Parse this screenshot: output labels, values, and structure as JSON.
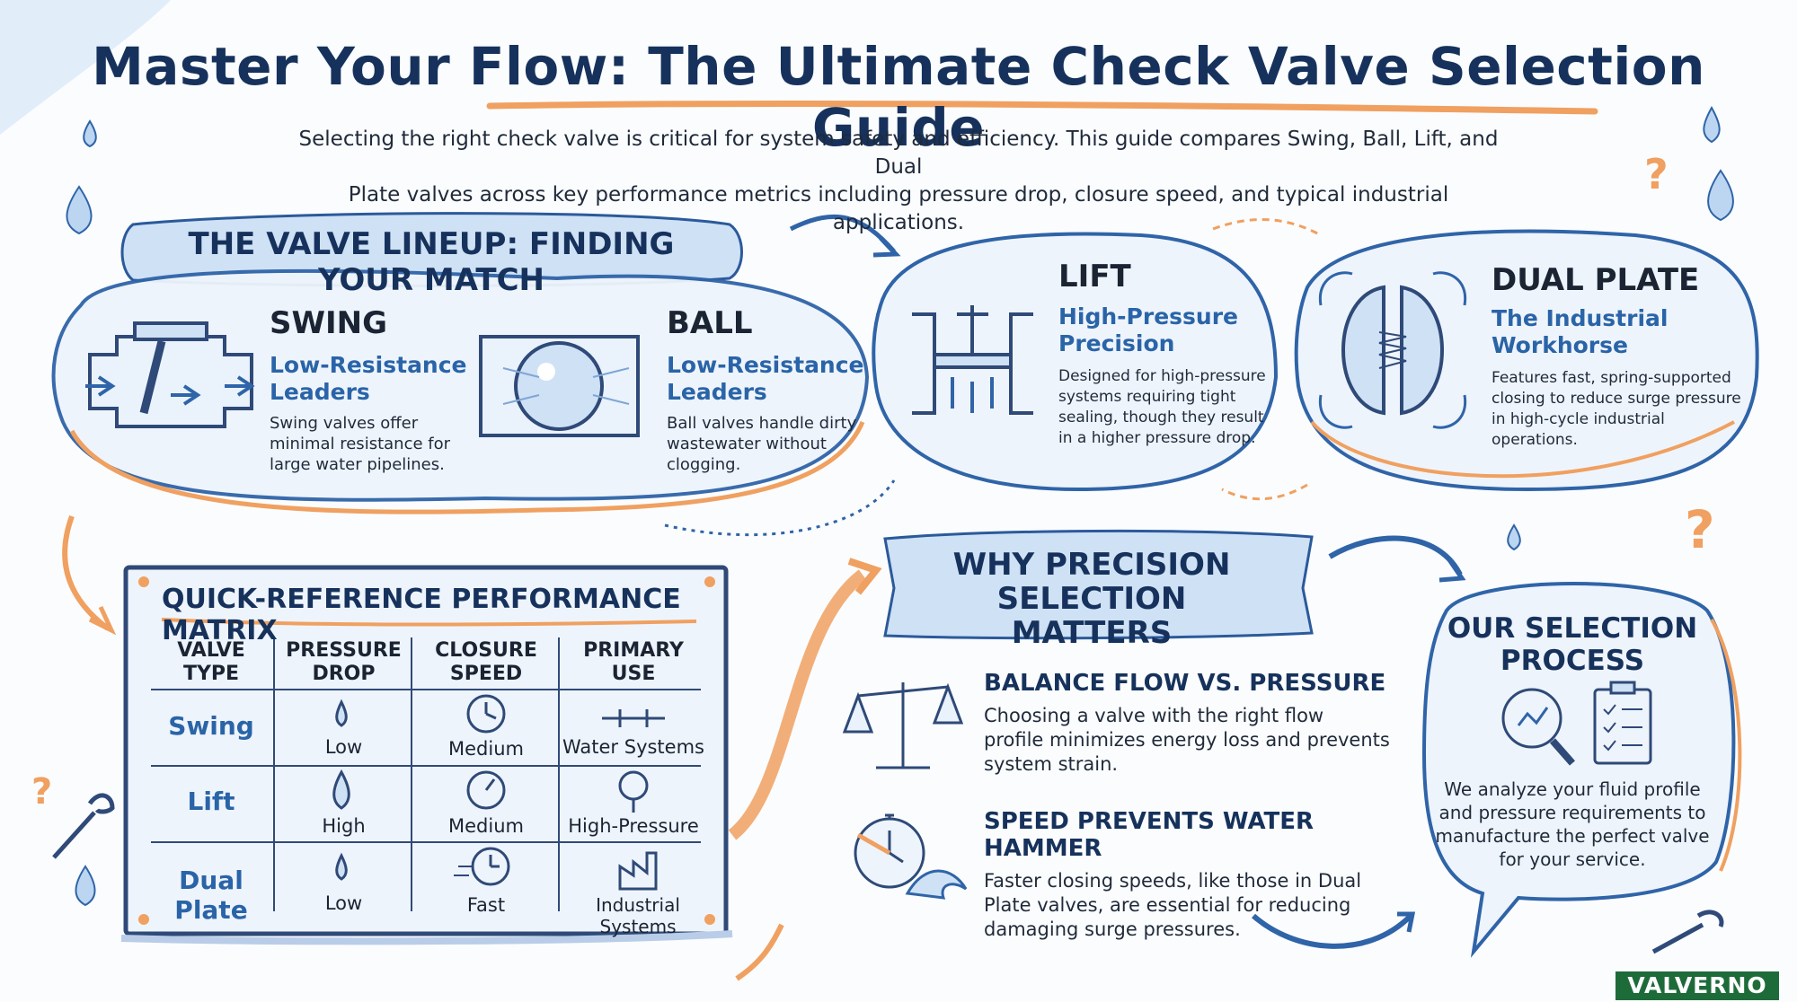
{
  "title": "Master Your Flow: The Ultimate Check Valve Selection Guide",
  "intro": {
    "line1": "Selecting the right check valve is critical for system safety and efficiency. This guide compares Swing, Ball, Lift, and Dual",
    "line2": "Plate valves across key performance metrics including pressure drop, closure speed, and typical industrial applications."
  },
  "lineup": {
    "title": "THE VALVE LINEUP: FINDING YOUR MATCH",
    "valves": [
      {
        "name": "SWING",
        "tag1": "Low-Resistance",
        "tag2": "Leaders",
        "desc1": "Swing valves offer",
        "desc2": "minimal resistance for",
        "desc3": "large water pipelines."
      },
      {
        "name": "BALL",
        "tag1": "Low-Resistance",
        "tag2": "Leaders",
        "desc1": "Ball valves handle dirty",
        "desc2": "wastewater without",
        "desc3": "clogging."
      },
      {
        "name": "LIFT",
        "tag1": "High-Pressure",
        "tag2": "Precision",
        "desc1": "Designed for high-pressure",
        "desc2": "systems requiring tight",
        "desc3": "sealing, though they result",
        "desc4": "in a higher pressure drop."
      },
      {
        "name": "DUAL PLATE",
        "tag1": "The Industrial",
        "tag2": "Workhorse",
        "desc1": "Features fast, spring-supported",
        "desc2": "closing to reduce surge pressure",
        "desc3": "in high-cycle industrial",
        "desc4": "operations."
      }
    ]
  },
  "matrix": {
    "title": "QUICK-REFERENCE PERFORMANCE MATRIX",
    "headers": [
      {
        "l1": "VALVE",
        "l2": "TYPE"
      },
      {
        "l1": "PRESSURE",
        "l2": "DROP"
      },
      {
        "l1": "CLOSURE",
        "l2": "SPEED"
      },
      {
        "l1": "PRIMARY",
        "l2": "USE"
      }
    ],
    "rows": [
      {
        "name": "Swing",
        "drop": "Low",
        "speed": "Medium",
        "use": "Water Systems"
      },
      {
        "name": "Lift",
        "drop": "High",
        "speed": "Medium",
        "use": "High-Pressure"
      },
      {
        "name": "Dual Plate",
        "drop": "Low",
        "speed": "Fast",
        "use": "Industrial Systems"
      }
    ]
  },
  "why": {
    "title1": "WHY PRECISION SELECTION",
    "title2": "MATTERS",
    "points": [
      {
        "head": "BALANCE FLOW VS. PRESSURE",
        "t1": "Choosing a valve with the right flow",
        "t2": "profile minimizes energy loss and prevents",
        "t3": "system strain."
      },
      {
        "head": "SPEED PREVENTS WATER HAMMER",
        "t1": "Faster closing speeds, like those in Dual",
        "t2": "Plate valves, are essential for reducing",
        "t3": "damaging surge pressures."
      }
    ]
  },
  "process": {
    "title1": "OUR SELECTION",
    "title2": "PROCESS",
    "t1": "We analyze your fluid profile",
    "t2": "and pressure requirements to",
    "t3": "manufacture the perfect valve",
    "t4": "for your service."
  },
  "logo": "VALVERNO",
  "colors": {
    "navy": "#16325c",
    "blue": "#2a64a8",
    "orange": "#f0a060",
    "lightblue": "#dceaf8"
  }
}
